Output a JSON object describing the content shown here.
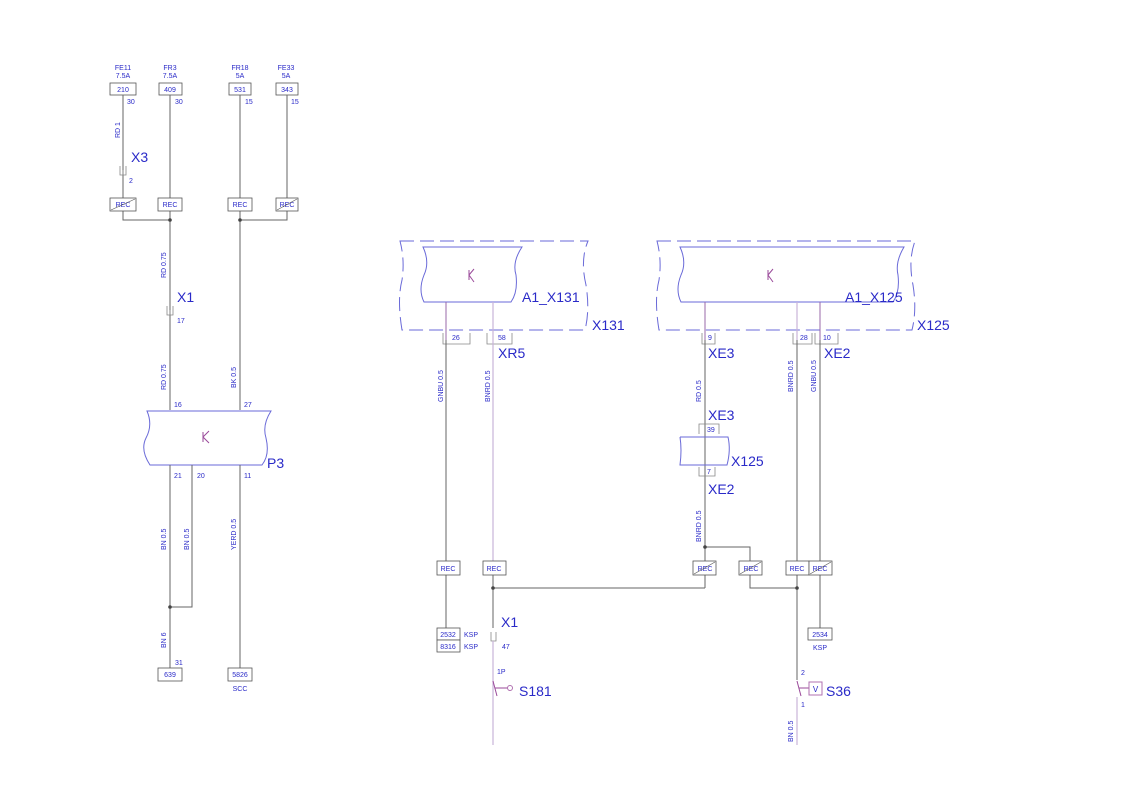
{
  "fuses": [
    {
      "name": "FE11",
      "rating": "7.5A",
      "terminal": "210",
      "pin": "30"
    },
    {
      "name": "FR3",
      "rating": "7.5A",
      "terminal": "409",
      "pin": "30"
    },
    {
      "name": "FR18",
      "rating": "5A",
      "terminal": "531",
      "pin": "15"
    },
    {
      "name": "FE33",
      "rating": "5A",
      "terminal": "343",
      "pin": "15"
    }
  ],
  "rec": "REC",
  "left": {
    "wire_rd1": "RD 1",
    "x3": "X3",
    "x3_pin": "2",
    "wire_rd075a": "RD 0.75",
    "x1": "X1",
    "x1_pin": "17",
    "wire_rd075b": "RD 0.75",
    "wire_bk05": "BK 0.5",
    "p3": "P3",
    "p3_pins": {
      "p16": "16",
      "p27": "27",
      "p21": "21",
      "p20": "20",
      "p11": "11"
    },
    "wire_bn05a": "BN 0.5",
    "wire_bn05b": "BN 0.5",
    "wire_yerd": "YERD 0.5",
    "wire_bn6": "BN 6",
    "ground_pin": "31",
    "ground_term": "639",
    "scc_term": "5826",
    "scc": "SCC"
  },
  "mid": {
    "module": "A1_X131",
    "connector": "X131",
    "pin26": "26",
    "pin58": "58",
    "xr5": "XR5",
    "wire_gnbu": "GNBU 0.5",
    "wire_bnrd": "BNRD 0.5",
    "ksp1": "2532",
    "ksp2": "8316",
    "ksp": "KSP",
    "x1": "X1",
    "x1_pin": "47",
    "pin1p": "1P",
    "s181": "S181"
  },
  "right": {
    "module": "A1_X125",
    "connector": "X125",
    "pin9": "9",
    "pin28": "28",
    "pin10": "10",
    "xe3": "XE3",
    "xe2": "XE2",
    "wire_rd05": "RD 0.5",
    "wire_bnrd_a": "BNRD 0.5",
    "wire_gnbu": "GNBU 0.5",
    "xe3b": "XE3",
    "pin39": "39",
    "x125b": "X125",
    "pin7": "7",
    "xe2b": "XE2",
    "wire_bnrd_b": "BNRD 0.5",
    "ksp_term": "2534",
    "ksp": "KSP",
    "s36_pin2": "2",
    "s36_pin1": "1",
    "s36_v": "V",
    "s36": "S36",
    "wire_bn05": "BN 0.5"
  }
}
